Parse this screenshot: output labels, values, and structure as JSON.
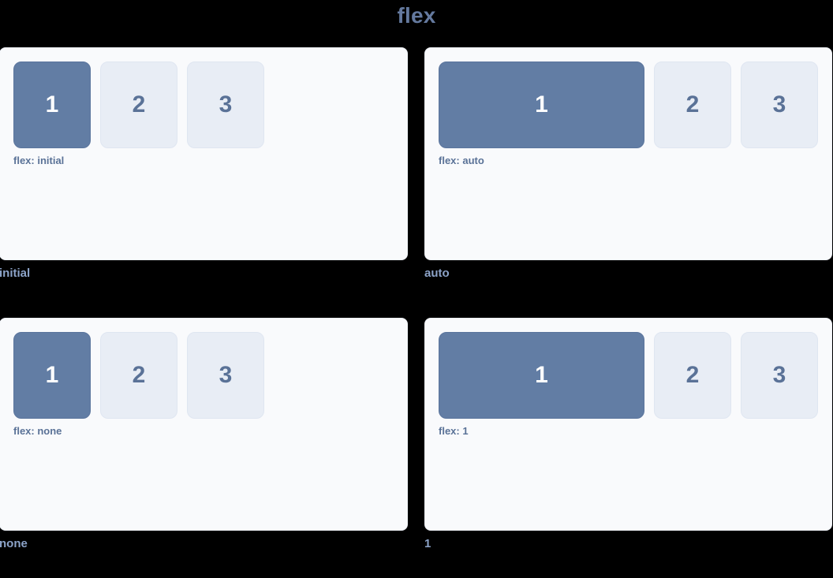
{
  "title": "flex",
  "theme": {
    "background": "#000000",
    "panel_background": "#f9fafc",
    "panel_border": "#eceff5",
    "primary_box": "#627da4",
    "primary_box_text": "#ffffff",
    "secondary_box": "#e8edf5",
    "secondary_box_text": "#5a7297",
    "title_color": "#64799e",
    "inline_label_color": "#5a7297",
    "caption_color": "#8ca3c8"
  },
  "demos": [
    {
      "caption": "initial",
      "inline_label": "flex: initial",
      "variant": "v-initial",
      "boxes": [
        {
          "label": "1",
          "style": "primary"
        },
        {
          "label": "2",
          "style": "secondary"
        },
        {
          "label": "3",
          "style": "secondary"
        }
      ]
    },
    {
      "caption": "auto",
      "inline_label": "flex: auto",
      "variant": "v-auto",
      "boxes": [
        {
          "label": "1",
          "style": "primary"
        },
        {
          "label": "2",
          "style": "secondary"
        },
        {
          "label": "3",
          "style": "secondary"
        }
      ]
    },
    {
      "caption": "none",
      "inline_label": "flex: none",
      "variant": "v-none",
      "boxes": [
        {
          "label": "1",
          "style": "primary"
        },
        {
          "label": "2",
          "style": "secondary"
        },
        {
          "label": "3",
          "style": "secondary"
        }
      ]
    },
    {
      "caption": "1",
      "inline_label": "flex: 1",
      "variant": "v-one",
      "boxes": [
        {
          "label": "1",
          "style": "primary"
        },
        {
          "label": "2",
          "style": "secondary"
        },
        {
          "label": "3",
          "style": "secondary"
        }
      ]
    }
  ]
}
